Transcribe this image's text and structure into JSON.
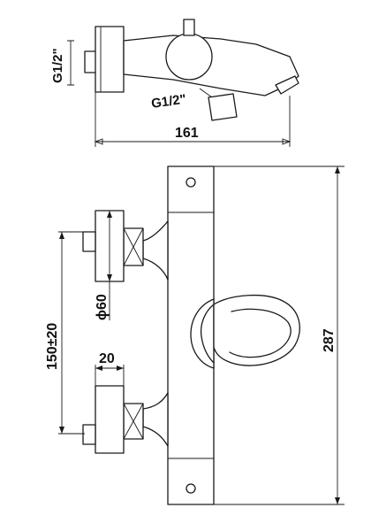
{
  "labels": {
    "top_thread_vertical": "G1/2\"",
    "top_thread_spout": "G1/2\"",
    "top_width": "161",
    "diameter": "ϕ60",
    "center_distance": "150±20",
    "body_offset": "20",
    "total_height": "287"
  },
  "colors": {
    "line": "#1a1a1a",
    "background": "#ffffff"
  }
}
